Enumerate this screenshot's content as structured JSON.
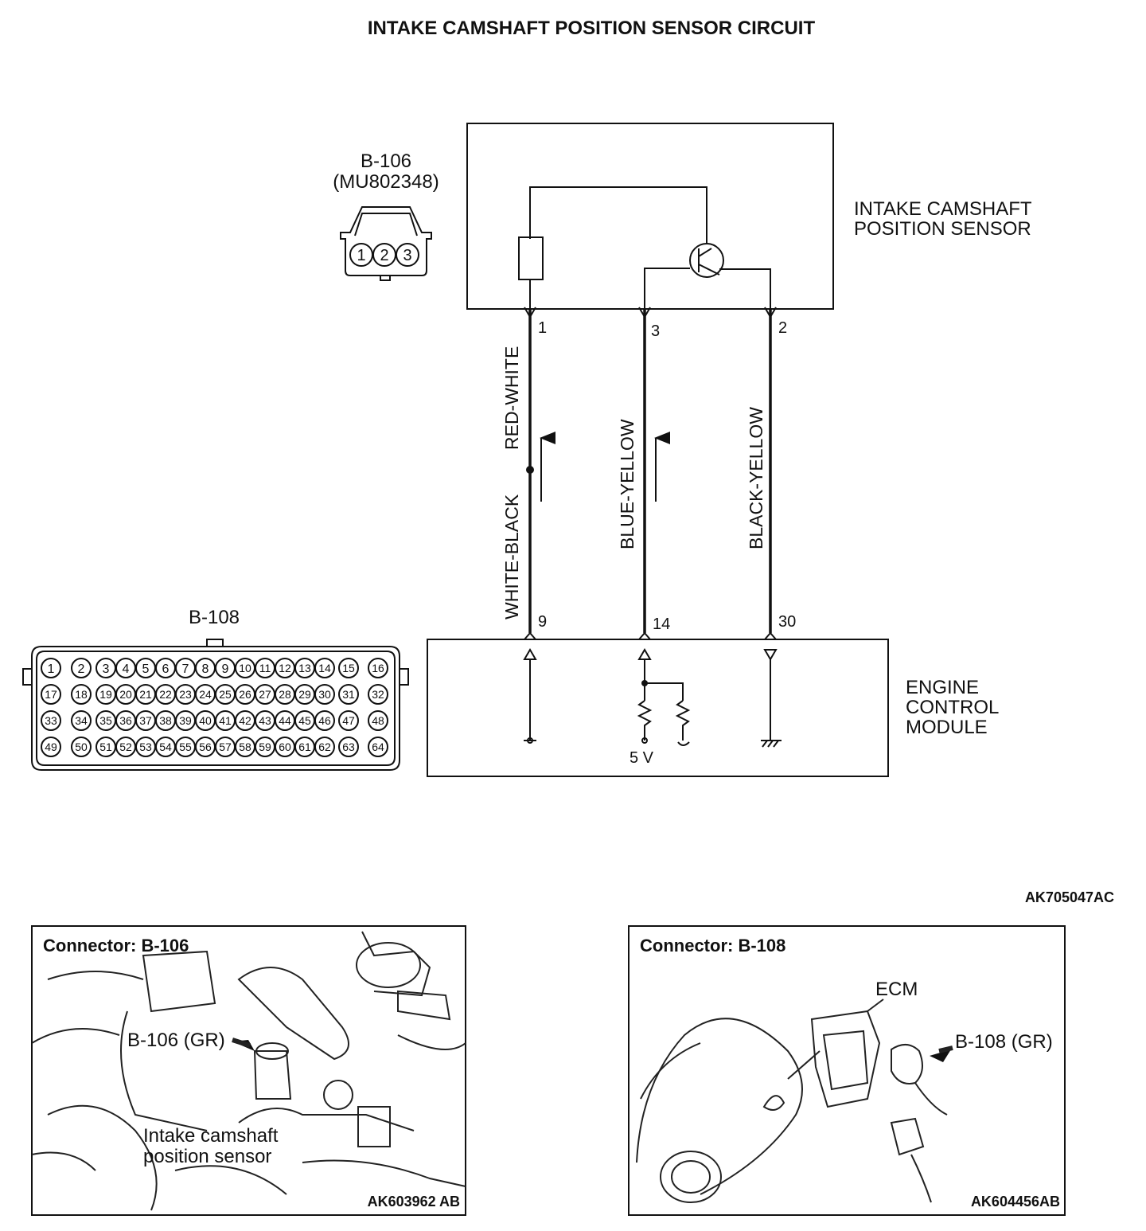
{
  "title": "INTAKE CAMSHAFT POSITION SENSOR CIRCUIT",
  "connector_b106": {
    "id": "B-106",
    "part_number": "(MU802348)",
    "pins": [
      "1",
      "2",
      "3"
    ]
  },
  "connector_b108": {
    "id": "B-108",
    "pins": [
      "1",
      "2",
      "3",
      "4",
      "5",
      "6",
      "7",
      "8",
      "9",
      "10",
      "11",
      "12",
      "13",
      "14",
      "15",
      "16",
      "17",
      "18",
      "19",
      "20",
      "21",
      "22",
      "23",
      "24",
      "25",
      "26",
      "27",
      "28",
      "29",
      "30",
      "31",
      "32",
      "33",
      "34",
      "35",
      "36",
      "37",
      "38",
      "39",
      "40",
      "41",
      "42",
      "43",
      "44",
      "45",
      "46",
      "47",
      "48",
      "49",
      "50",
      "51",
      "52",
      "53",
      "54",
      "55",
      "56",
      "57",
      "58",
      "59",
      "60",
      "61",
      "62",
      "63",
      "64"
    ]
  },
  "sensor": {
    "label_line1": "INTAKE CAMSHAFT",
    "label_line2": "POSITION SENSOR"
  },
  "ecm": {
    "label_line1": "ENGINE",
    "label_line2": "CONTROL",
    "label_line3": "MODULE",
    "supply": "5 V"
  },
  "wires": [
    {
      "sensor_pin": "1",
      "ecm_pin": "9",
      "color_top": "RED-WHITE",
      "color_bottom": "WHITE-BLACK"
    },
    {
      "sensor_pin": "3",
      "ecm_pin": "14",
      "color": "BLUE-YELLOW"
    },
    {
      "sensor_pin": "2",
      "ecm_pin": "30",
      "color": "BLACK-YELLOW"
    }
  ],
  "diagram_code": "AK705047AC",
  "photo_left": {
    "caption": "Connector: B-106",
    "callout": "B-106 (GR)",
    "label_line1": "Intake camshaft",
    "label_line2": "position sensor",
    "code": "AK603962 AB"
  },
  "photo_right": {
    "caption": "Connector: B-108",
    "ecm_label": "ECM",
    "callout": "B-108 (GR)",
    "code": "AK604456AB"
  }
}
